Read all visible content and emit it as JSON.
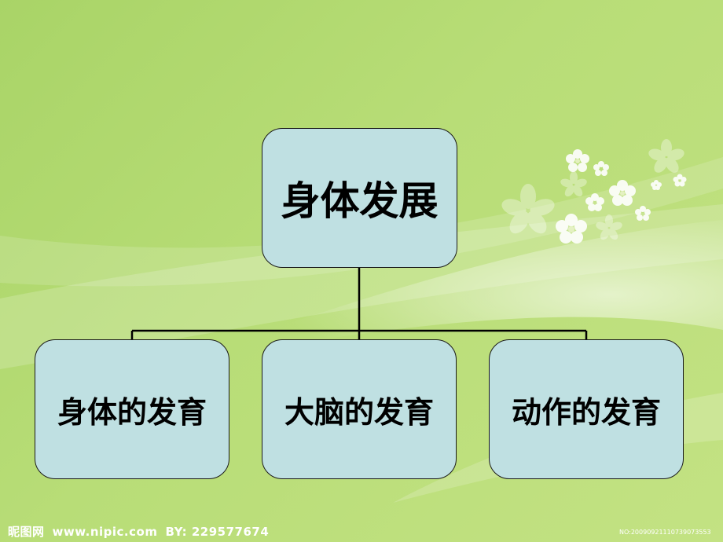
{
  "diagram": {
    "root": "身体发展",
    "children": [
      "身体的发育",
      "大脑的发育",
      "动作的发育"
    ]
  },
  "watermark": {
    "site": "昵图网",
    "url": "www.nipic.com",
    "by": "BY: 229577674",
    "id": "NO:20090921110739073553"
  },
  "colors": {
    "background": "#b8dd77",
    "box_fill": "#bfe0e2",
    "box_border": "#1a1a1a"
  }
}
